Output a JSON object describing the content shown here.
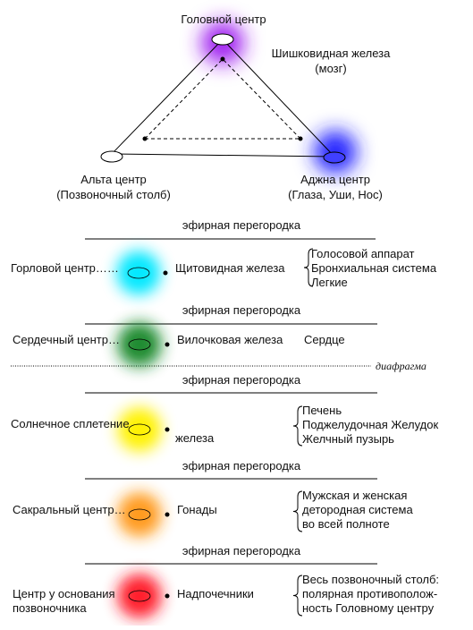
{
  "triangle": {
    "head_center": "Головной центр",
    "pineal": [
      "Шишковидная железа",
      "(мозг)"
    ],
    "alta": [
      "Альта центр",
      "(Позвоночный столб)"
    ],
    "ajna": [
      "Аджна центр",
      "(Глаза, Уши, Нос)"
    ]
  },
  "etheric_label": "эфирная перегородка",
  "diaphragm_label": "диафрагма",
  "centers": [
    {
      "name": [
        "Горловой центр",
        "……"
      ],
      "gland": "Щитовидная железа",
      "organs": [
        "Голосовой аппарат",
        "Бронхиальная система",
        "Легкие"
      ],
      "color": "#00e8ff"
    },
    {
      "name": [
        "Сердечный центр",
        "…"
      ],
      "gland": "Вилочковая железа",
      "organs": [
        "Сердце"
      ],
      "color": "#1a8a2e"
    },
    {
      "name": [
        "Солнечное сплетение",
        ""
      ],
      "gland": "железа",
      "organs": [
        "Печень",
        "Поджелудочная Желудок",
        "Желчный пузырь"
      ],
      "color": "#fff200"
    },
    {
      "name": [
        "Сакральный центр",
        "…"
      ],
      "gland": "Гонады",
      "organs": [
        "Мужская и женская",
        "детородная система",
        "во всей полноте"
      ],
      "color": "#ff9a1a"
    },
    {
      "name": [
        "Центр у основания",
        "позвоночника"
      ],
      "gland": "Надпочечники",
      "organs": [
        "Весь позвоночный столб:",
        "полярная противополож-",
        "ность Головному центру"
      ],
      "color": "#ff1a2a"
    }
  ],
  "colors": {
    "head": "#a020f0",
    "ajna": "#2020ff",
    "line": "#000000"
  }
}
